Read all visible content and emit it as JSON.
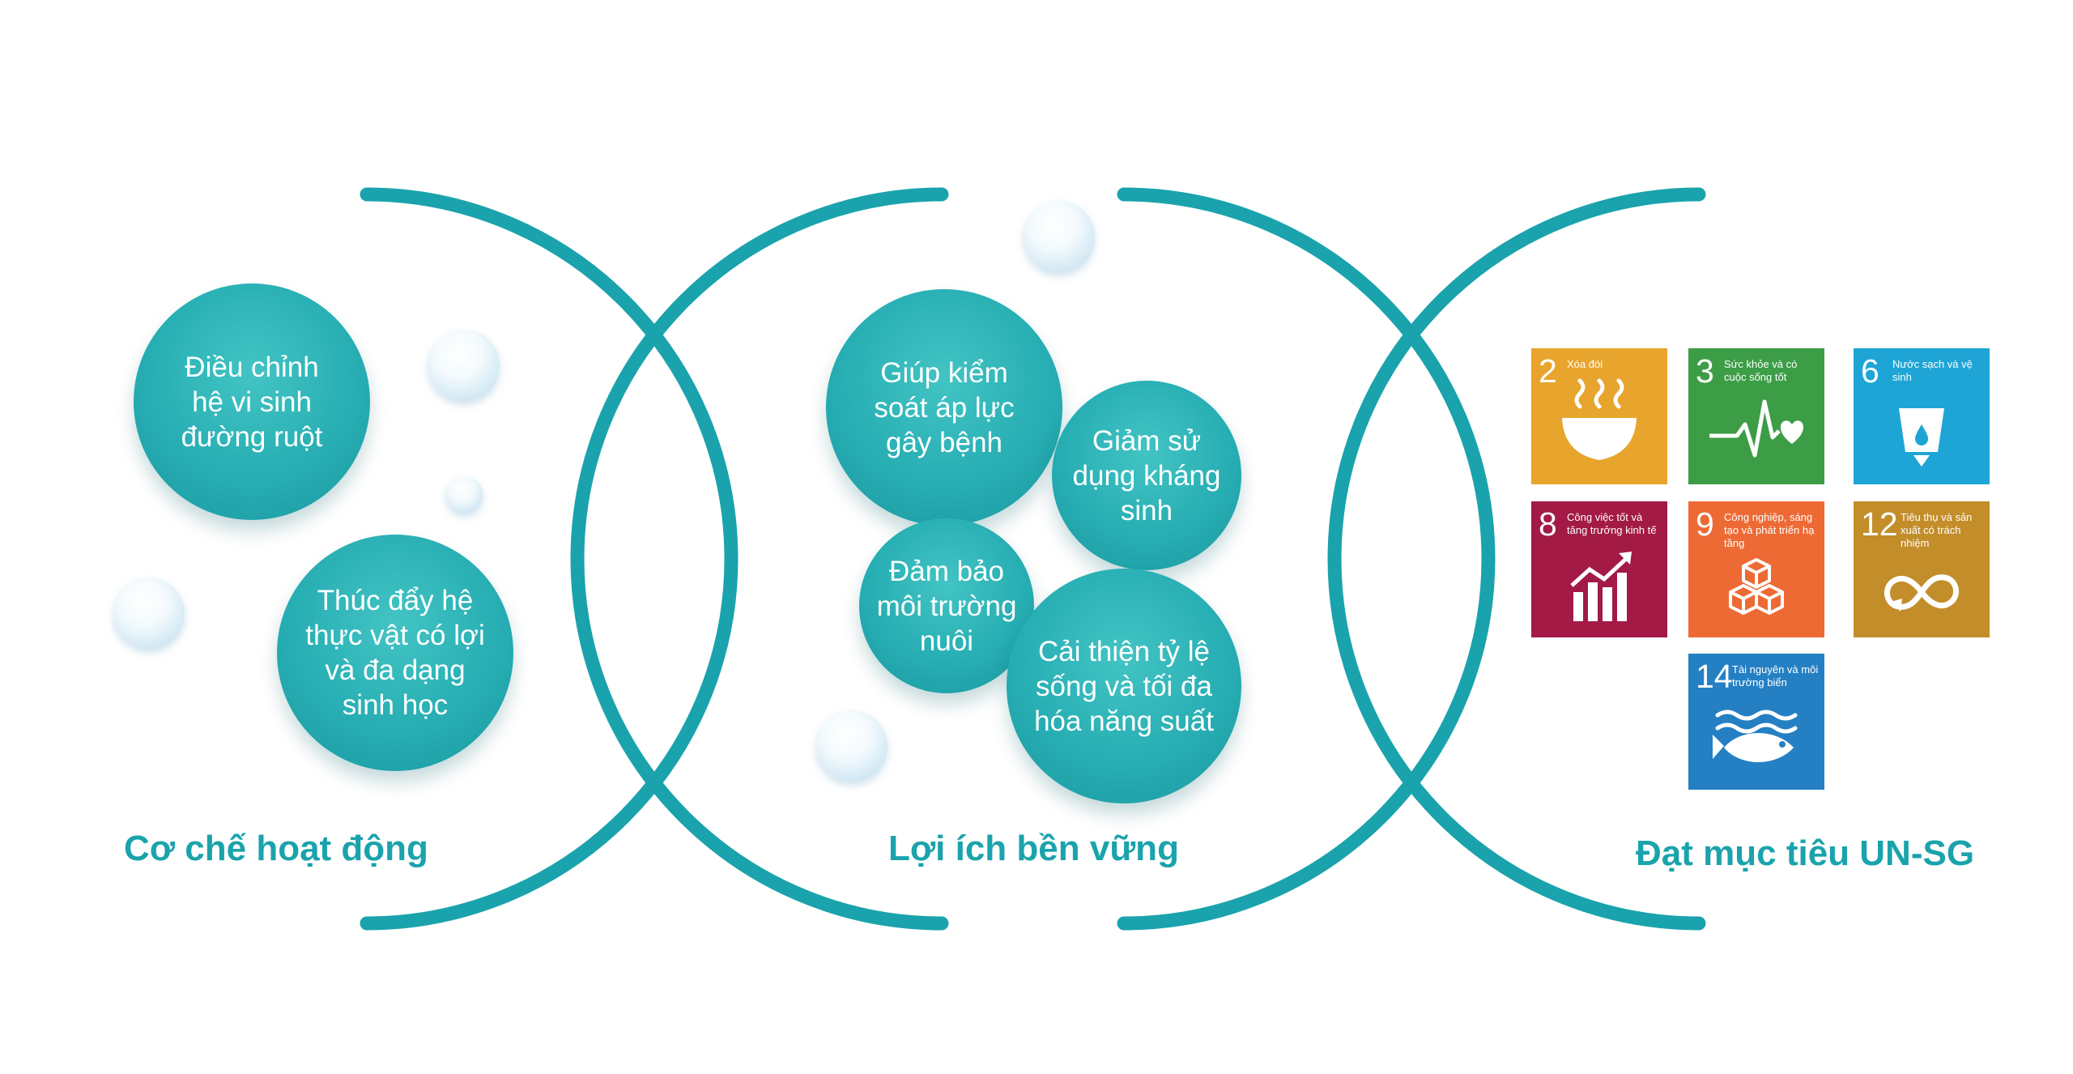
{
  "sections": [
    {
      "title": "Cơ chế hoạt động",
      "bubbles": [
        "Điều chỉnh\nhệ vi sinh\nđường ruột",
        "Thúc đẩy hệ\nthực vật có lợi\nvà đa dạng\nsinh học"
      ]
    },
    {
      "title": "Lợi ích bền vững",
      "bubbles": [
        "Giúp kiểm\nsoát áp lực\ngây bệnh",
        "Giảm sử\ndụng kháng\nsinh",
        "Đảm bảo\nmôi trường\nnuôi",
        "Cải thiện tỷ lệ\nsống và tối đa\nhóa năng suất"
      ]
    },
    {
      "title": "Đạt mục tiêu UN-SG",
      "goals": [
        {
          "number": "2",
          "label": "Xóa đói",
          "color": "#e8a52d",
          "icon": "bowl-icon"
        },
        {
          "number": "3",
          "label": "Sức khỏe và có\ncuộc sống tốt",
          "color": "#3c9d46",
          "icon": "heartbeat-icon"
        },
        {
          "number": "6",
          "label": "Nước sạch\nvà vệ sinh",
          "color": "#1ea5d6",
          "icon": "water-glass-icon"
        },
        {
          "number": "8",
          "label": "Công việc tốt và\ntăng trưởng kinh tế",
          "color": "#a21a45",
          "icon": "growth-chart-icon"
        },
        {
          "number": "9",
          "label": "Công nghiệp,\nsáng tạo và phát\ntriển hạ tầng",
          "color": "#ed6a35",
          "icon": "cubes-icon"
        },
        {
          "number": "12",
          "label": "Tiêu thụ và sản\nxuất có trách\nnhiệm",
          "color": "#c38d2a",
          "icon": "infinity-icon"
        },
        {
          "number": "14",
          "label": "Tài nguyên và\nmôi trường biển",
          "color": "#2480c3",
          "icon": "fish-icon"
        }
      ]
    }
  ],
  "colors": {
    "accent": "#1aa3ac",
    "bubble": "#27aeb3"
  }
}
